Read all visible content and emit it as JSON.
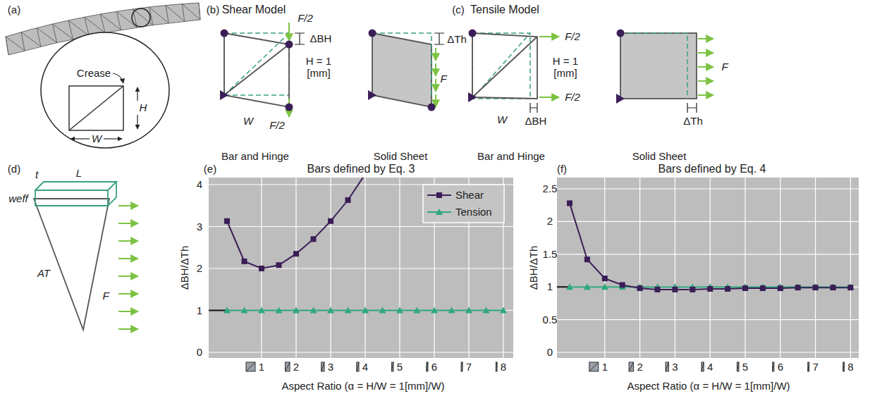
{
  "diagram": {
    "labels": [
      "(a)",
      "Crease",
      "H",
      "W",
      "(b)",
      "Shear Model",
      "F/2",
      "ΔBH",
      "H = 1 [mm]",
      "W",
      "F/2",
      "Bar and Hinge",
      "ΔTh",
      "F",
      "Solid Sheet",
      "(c)",
      "Tensile Model",
      "F/2",
      "H = 1 [mm]",
      "F/2",
      "W",
      "ΔBH",
      "Bar and Hinge",
      "F",
      "ΔTh",
      "Solid Sheet",
      "(d)",
      "t",
      "L",
      "weff",
      "AT",
      "F",
      "(e)",
      "Bars defined by Eq. 3",
      "ΔBH/ΔTh",
      "0",
      "1",
      "2",
      "3",
      "4",
      "1",
      "2",
      "3",
      "4",
      "5",
      "6",
      "7",
      "8",
      "Aspect Ratio (α = H/W = 1[mm]/W)",
      "(f)",
      "Bars defined by Eq. 4",
      "ΔBH/ΔTh",
      "0",
      "0.5",
      "1",
      "1.5",
      "2",
      "2.5",
      "1",
      "2",
      "3",
      "4",
      "5",
      "6",
      "7",
      "8",
      "Aspect Ratio (α = H/W = 1[mm]/W)"
    ],
    "legend": [
      {
        "text": "Shear"
      },
      {
        "text": "Tension"
      }
    ]
  }
}
